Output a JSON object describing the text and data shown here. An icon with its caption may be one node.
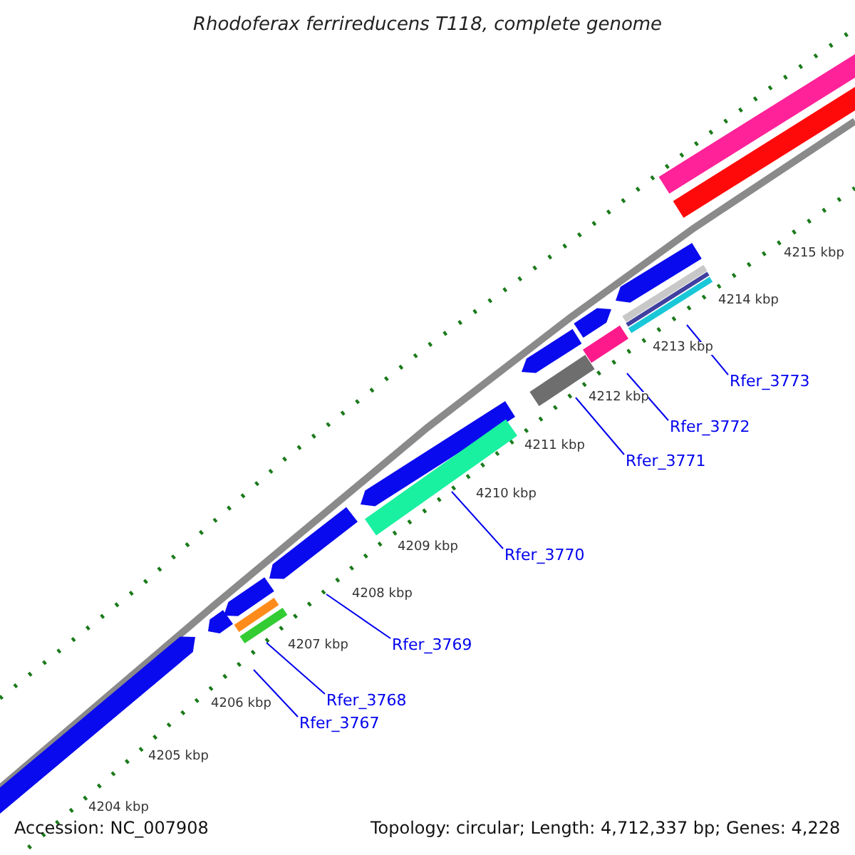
{
  "diagram": {
    "title": "Rhodoferax ferrireducens T118, complete genome",
    "nodes": [
      {
        "text": [
          "Rfer_3773"
        ]
      },
      {
        "text": [
          "Rfer_3772"
        ]
      },
      {
        "text": [
          "Rfer_3771"
        ]
      },
      {
        "text": [
          "Rfer_3770"
        ]
      },
      {
        "text": [
          "Rfer_3769"
        ]
      },
      {
        "text": [
          "Rfer_3768"
        ]
      },
      {
        "text": [
          "Rfer_3767"
        ]
      }
    ],
    "edges": [
      {
        "from": 0,
        "to": null,
        "arrow": "none"
      },
      {
        "from": 1,
        "to": null,
        "arrow": "none"
      },
      {
        "from": 2,
        "to": null,
        "arrow": "none"
      },
      {
        "from": 3,
        "to": null,
        "arrow": "none"
      },
      {
        "from": 4,
        "to": null,
        "arrow": "none"
      },
      {
        "from": 5,
        "to": null,
        "arrow": "none"
      },
      {
        "from": 6,
        "to": null,
        "arrow": "none"
      }
    ],
    "labels": [
      "4215 kbp",
      "4214 kbp",
      "4213 kbp",
      "4212 kbp",
      "4211 kbp",
      "4210 kbp",
      "4209 kbp",
      "4208 kbp",
      "4207 kbp",
      "4206 kbp",
      "4205 kbp",
      "4204 kbp",
      "Accession: NC_007908",
      "Topology: circular; Length: 4,712,337 bp; Genes: 4,228"
    ]
  }
}
